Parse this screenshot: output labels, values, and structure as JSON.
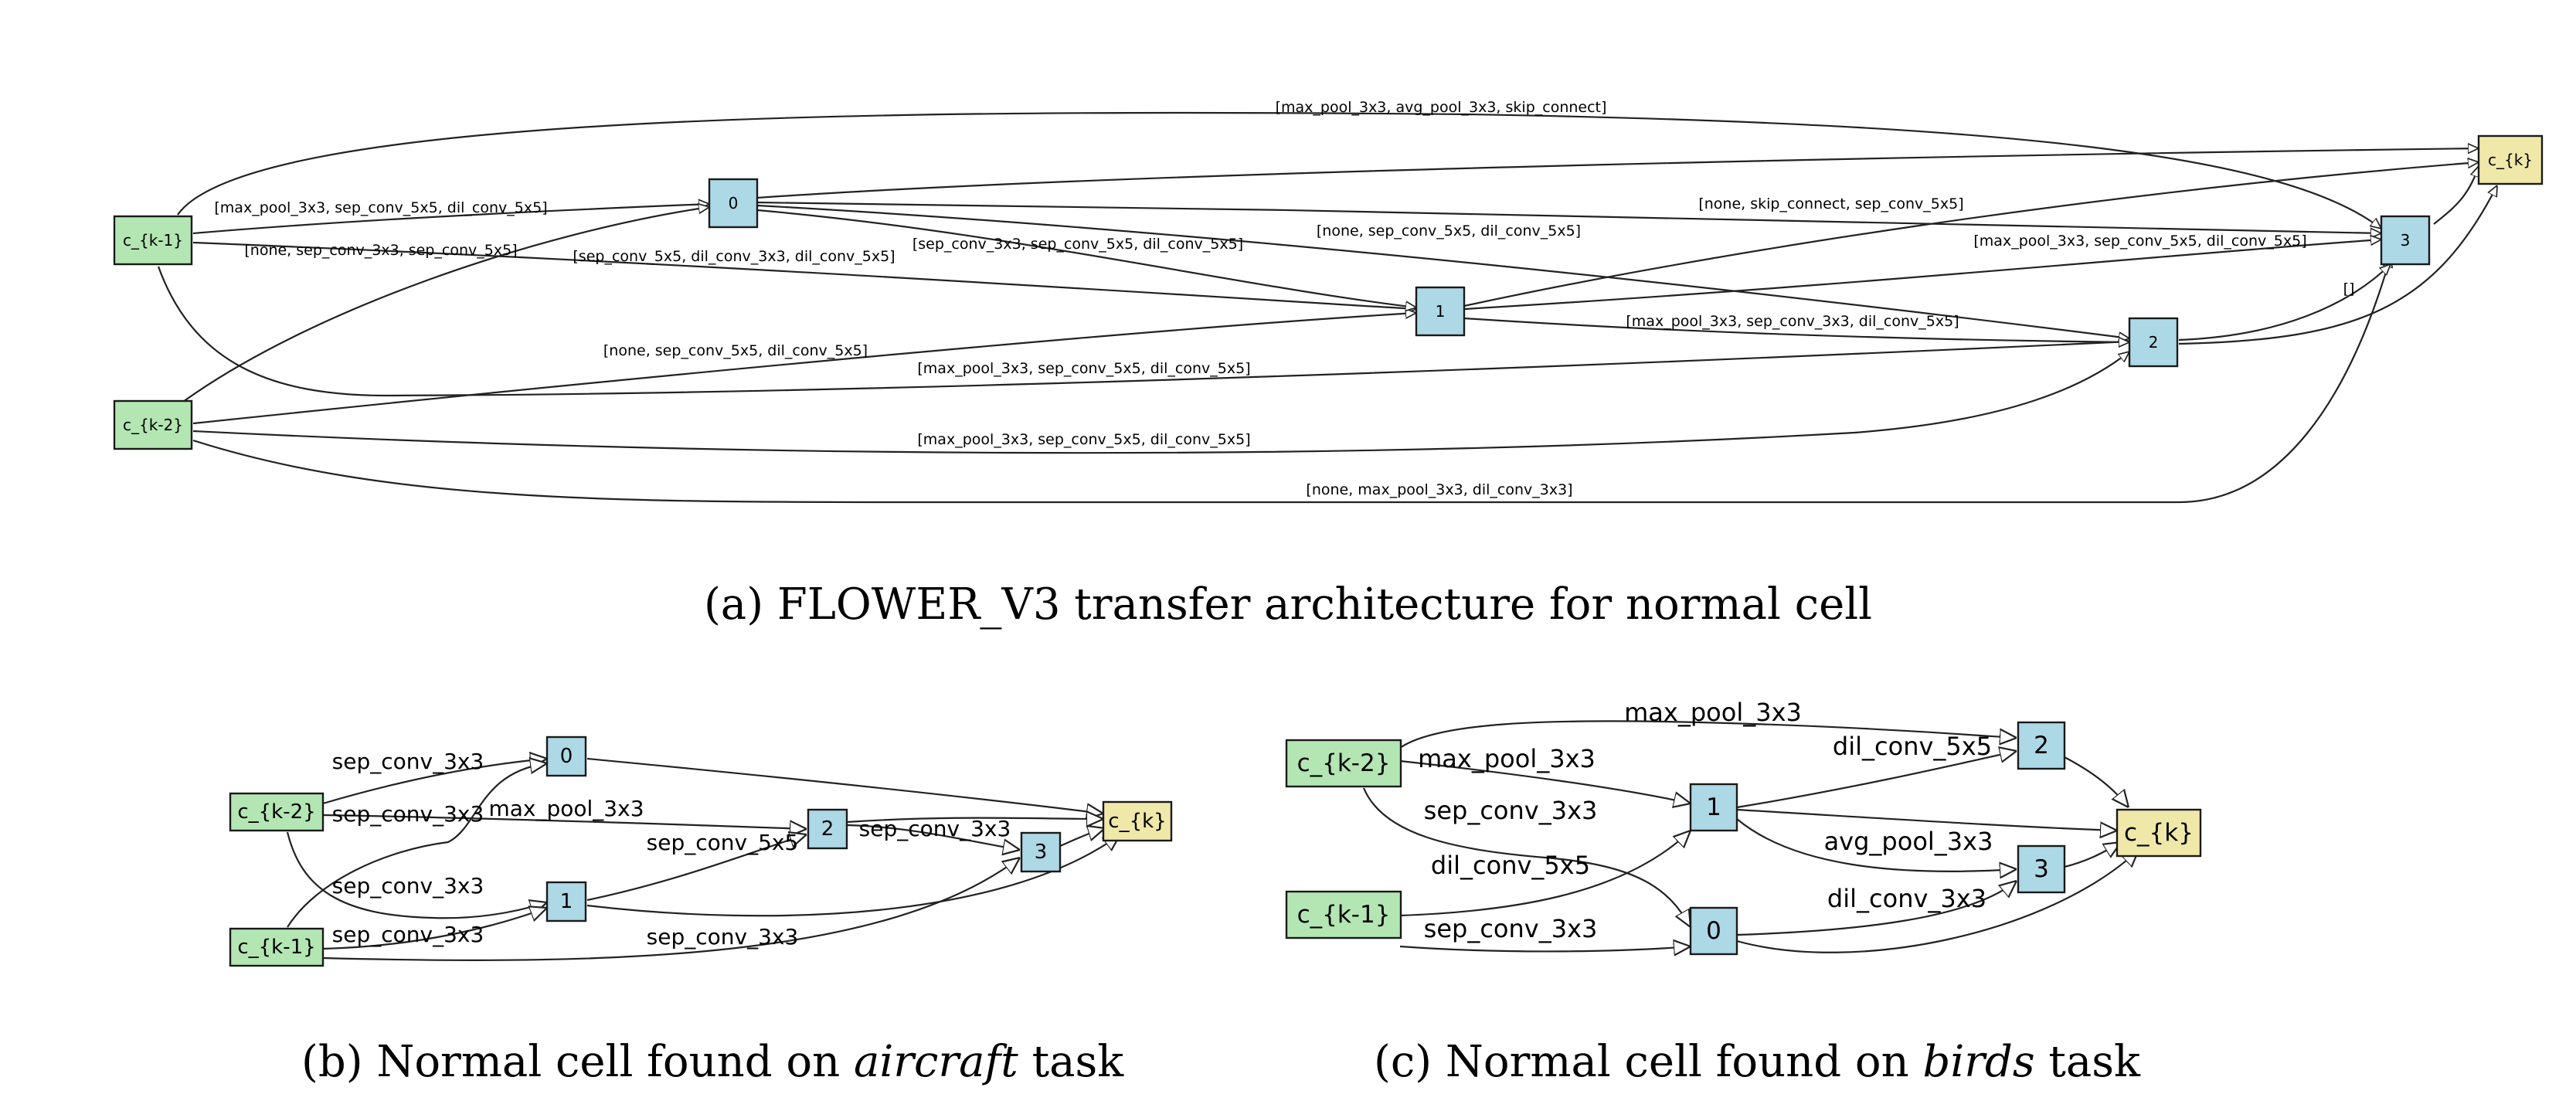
{
  "colors": {
    "input": "#b3e6b3",
    "intermediate": "#add8e6",
    "output": "#f0e8a8"
  },
  "panel_a": {
    "caption": "(a) FLOWER_V3 transfer architecture for normal cell",
    "nodes": {
      "ck1": "c_{k-1}",
      "ck2": "c_{k-2}",
      "n0": "0",
      "n1": "1",
      "n2": "2",
      "n3": "3",
      "ck": "c_{k}"
    },
    "edges": {
      "ck1_n3": "[max_pool_3x3, avg_pool_3x3, skip_connect]",
      "ck1_n0": "[max_pool_3x3, sep_conv_5x5, dil_conv_5x5]",
      "ck1_n1": "[none, sep_conv_3x3, sep_conv_5x5]",
      "ck2_n0": "[sep_conv_5x5, dil_conv_3x3, dil_conv_5x5]",
      "n0_n3": "[none, skip_connect, sep_conv_5x5]",
      "n0_n2": "[none, sep_conv_5x5, dil_conv_5x5]",
      "n0_n1": "[sep_conv_3x3, sep_conv_5x5, dil_conv_5x5]",
      "n1_n3": "[max_pool_3x3, sep_conv_5x5, dil_conv_5x5]",
      "n1_n2": "[max_pool_3x3, sep_conv_3x3, dil_conv_5x5]",
      "ck2_n1": "[none, sep_conv_5x5, dil_conv_5x5]",
      "ck1_n2": "[max_pool_3x3, sep_conv_5x5, dil_conv_5x5]",
      "ck2_n2": "[max_pool_3x3, sep_conv_5x5, dil_conv_5x5]",
      "ck2_n3": "[none, max_pool_3x3, dil_conv_3x3]",
      "n2_n3": "[]"
    }
  },
  "panel_b": {
    "caption_prefix": "(b) Normal cell found on ",
    "caption_task": "aircraft",
    "caption_suffix": " task",
    "nodes": {
      "ck2": "c_{k-2}",
      "ck1": "c_{k-1}",
      "n0": "0",
      "n1": "1",
      "n2": "2",
      "n3": "3",
      "ck": "c_{k}"
    },
    "edges": {
      "ck2_n0": "sep_conv_3x3",
      "ck2_n2": "sep_conv_3x3",
      "ck2_n2b": "max_pool_3x3",
      "ck2_n1": "sep_conv_3x3",
      "ck1_n1": "sep_conv_3x3",
      "n1_n2": "sep_conv_5x5",
      "n2_n3": "sep_conv_3x3",
      "ck1_n3": "sep_conv_3x3"
    }
  },
  "panel_c": {
    "caption_prefix": "(c) Normal cell found on ",
    "caption_task": "birds",
    "caption_suffix": " task",
    "nodes": {
      "ck2": "c_{k-2}",
      "ck1": "c_{k-1}",
      "n0": "0",
      "n1": "1",
      "n2": "2",
      "n3": "3",
      "ck": "c_{k}"
    },
    "edges": {
      "ck2_n2": "max_pool_3x3",
      "ck2_n1": "max_pool_3x3",
      "n1_n2": "dil_conv_5x5",
      "ck2_n0": "sep_conv_3x3",
      "n1_n3": "avg_pool_3x3",
      "ck1_n1": "dil_conv_5x5",
      "n0_n3": "dil_conv_3x3",
      "ck1_n0": "sep_conv_3x3"
    }
  }
}
